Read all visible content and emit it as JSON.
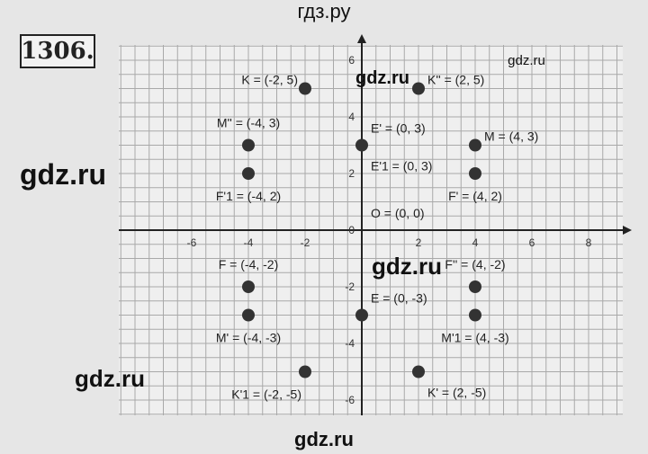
{
  "header": {
    "watermark": "гдз.ру"
  },
  "problem": {
    "number": "1306."
  },
  "watermarks": [
    {
      "text": "gdz.ru",
      "pos": "left",
      "size": "big"
    },
    {
      "text": "gdz.ru",
      "pos": "center-top",
      "size": "small-bold"
    },
    {
      "text": "gdz.ru",
      "pos": "top-right",
      "size": "small"
    },
    {
      "text": "gdz.ru",
      "pos": "center",
      "size": "mid"
    },
    {
      "text": "gdz.ru",
      "pos": "bottom-left",
      "size": "mid"
    }
  ],
  "footer": {
    "watermark": "gdz.ru"
  },
  "chart_data": {
    "type": "scatter",
    "xlim": [
      -8,
      9
    ],
    "ylim": [
      -6.5,
      6.5
    ],
    "grid": true,
    "x_ticks": [
      -6,
      -4,
      -2,
      2,
      4,
      6,
      8
    ],
    "y_ticks": [
      -6,
      -4,
      -2,
      0,
      2,
      4,
      6
    ],
    "points": [
      {
        "x": -2,
        "y": 5,
        "label": "K = (-2, 5)",
        "anchor": "left"
      },
      {
        "x": 2,
        "y": 5,
        "label": "K'' = (2, 5)",
        "anchor": "right"
      },
      {
        "x": -4,
        "y": 3,
        "label": "M'' = (-4, 3)",
        "anchor": "above"
      },
      {
        "x": 0,
        "y": 3,
        "label": "E' = (0, 3)",
        "anchor": "above-right"
      },
      {
        "x": 0,
        "y": 3,
        "label": "E'1 = (0, 3)",
        "anchor": "below-right",
        "no_marker": true
      },
      {
        "x": 4,
        "y": 3,
        "label": "M = (4, 3)",
        "anchor": "right"
      },
      {
        "x": -4,
        "y": 2,
        "label": "F'1 = (-4, 2)",
        "anchor": "below"
      },
      {
        "x": 4,
        "y": 2,
        "label": "F' = (4, 2)",
        "anchor": "below"
      },
      {
        "x": 0,
        "y": 0,
        "label": "O = (0, 0)",
        "anchor": "above-right",
        "no_marker": true
      },
      {
        "x": -4,
        "y": -2,
        "label": "F = (-4, -2)",
        "anchor": "above"
      },
      {
        "x": 4,
        "y": -2,
        "label": "F'' = (4, -2)",
        "anchor": "above"
      },
      {
        "x": 0,
        "y": -3,
        "label": "E = (0, -3)",
        "anchor": "above-right"
      },
      {
        "x": -4,
        "y": -3,
        "label": "M' = (-4, -3)",
        "anchor": "below"
      },
      {
        "x": 4,
        "y": -3,
        "label": "M'1 = (4, -3)",
        "anchor": "below"
      },
      {
        "x": -2,
        "y": -5,
        "label": "K'1 = (-2, -5)",
        "anchor": "below-left"
      },
      {
        "x": 2,
        "y": -5,
        "label": "K' = (2, -5)",
        "anchor": "below-right"
      }
    ]
  }
}
